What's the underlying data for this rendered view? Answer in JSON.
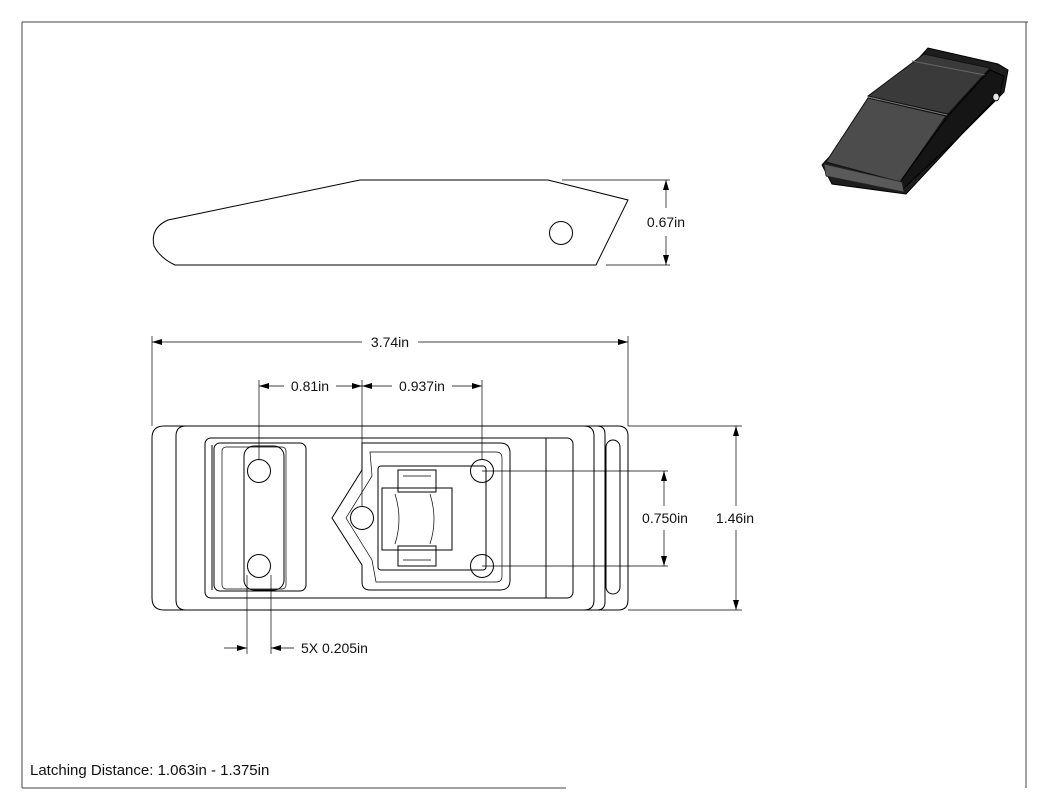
{
  "dimensions": {
    "height_side": "0.67in",
    "overall_length": "3.74in",
    "hole_offset_1": "0.81in",
    "hole_offset_2": "0.937in",
    "hole_spacing_vertical": "0.750in",
    "overall_width": "1.46in",
    "hole_diameter": "5X 0.205in"
  },
  "notes": {
    "latching_distance": "Latching Distance: 1.063in - 1.375in"
  },
  "colors": {
    "line": "#000000",
    "render_body": "#2a2a2a",
    "render_face": "#4a4a4a"
  }
}
